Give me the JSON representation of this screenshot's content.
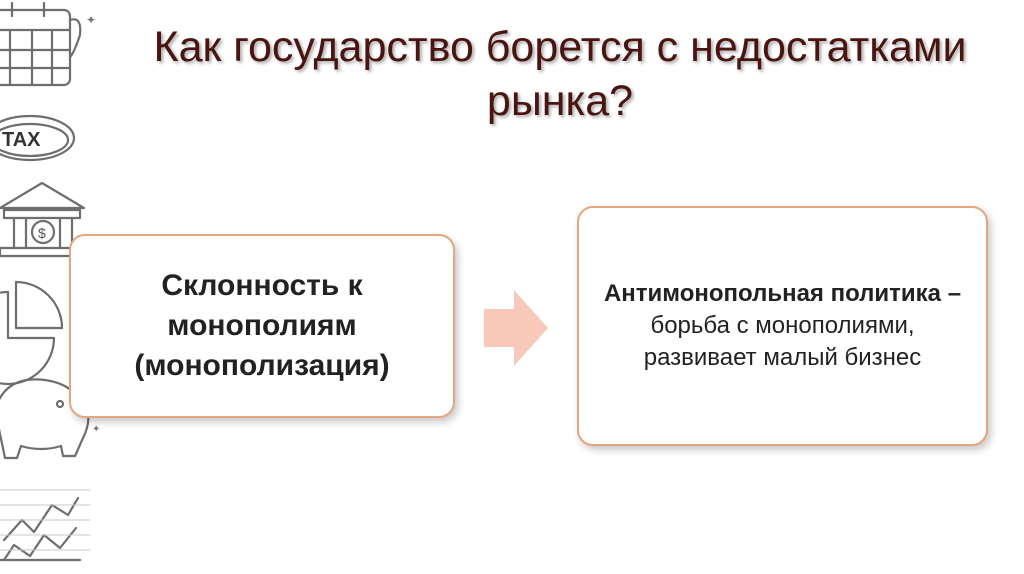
{
  "slide": {
    "title": "Как государство борется с недостатками рынка?",
    "left_box": {
      "text": "Склонность к монополиям (монополизация)"
    },
    "right_box": {
      "term": "Антимонопольная политика –",
      "definition": " борьба с монополиями, развивает малый бизнес"
    },
    "decor_icons": [
      "calendar-icon",
      "tax-icon",
      "bank-icon",
      "pie-chart-icon",
      "piggy-bank-icon",
      "growth-chart-icon"
    ],
    "colors": {
      "title": "#4a1410",
      "box_border": "#e2a77c",
      "arrow": "#f8c9b8",
      "icons": "#7a7a7a"
    }
  }
}
